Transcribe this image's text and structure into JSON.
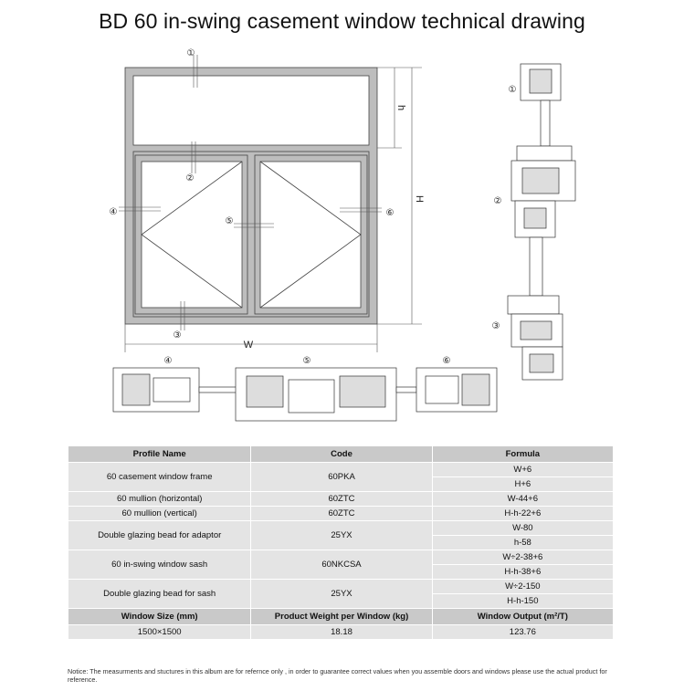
{
  "title": "BD 60 in-swing casement window technical drawing",
  "drawing": {
    "markers": [
      "①",
      "②",
      "③",
      "④",
      "⑤",
      "⑥"
    ],
    "dim_h": "h",
    "dim_H": "H",
    "dim_W": "W"
  },
  "table": {
    "headers": [
      "Profile Name",
      "Code",
      "Formula"
    ],
    "rows": [
      {
        "name": "60 casement window frame",
        "code": "60PKA",
        "formulas": [
          "W+6",
          "H+6"
        ]
      },
      {
        "name": "60 mullion (horizontal)",
        "code": "60ZTC",
        "formulas": [
          "W-44+6"
        ]
      },
      {
        "name": "60 mullion (vertical)",
        "code": "60ZTC",
        "formulas": [
          "H-h-22+6"
        ]
      },
      {
        "name": "Double glazing bead for adaptor",
        "code": "25YX",
        "formulas": [
          "W-80",
          "h-58"
        ]
      },
      {
        "name": "60 in-swing window sash",
        "code": "60NKCSA",
        "formulas": [
          "W÷2-38+6",
          "H-h-38+6"
        ]
      },
      {
        "name": "Double glazing bead for sash",
        "code": "25YX",
        "formulas": [
          "W÷2-150",
          "H-h-150"
        ]
      }
    ],
    "summary_headers": [
      "Window Size (mm)",
      "Product Weight per Window (kg)",
      "Window Output (m²/T)"
    ],
    "summary_values": [
      "1500×1500",
      "18.18",
      "123.76"
    ]
  },
  "notice": "Notice: The measurments and stuctures in this album are for refernce only , in order to guarantee correct values when you assemble doors and windows please use the actual product for reference."
}
